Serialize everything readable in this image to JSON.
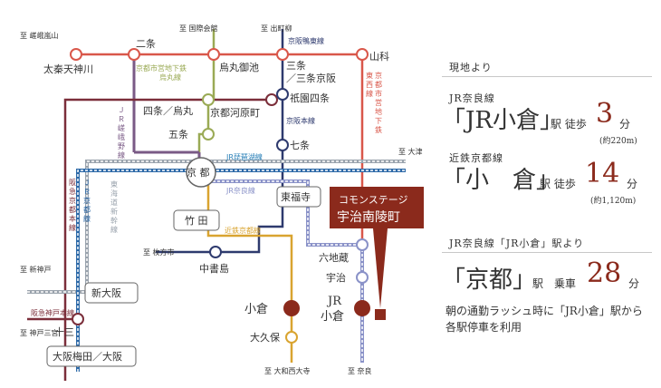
{
  "map": {
    "directions": {
      "sagano": "至 嵯峨嵐山",
      "kokusai": "至 国際会館",
      "demachi": "至 出町柳",
      "otsu": "至 大津",
      "hirakata": "至 枚方市",
      "kobe_sannomiya": "至 神戸三宮",
      "shin_kobe": "至 新神戸",
      "yamato_saidaiji": "至 大和西大寺",
      "nara": "至 奈良"
    },
    "stations": {
      "nijo": "二条",
      "uzumasa": "太秦天神川",
      "karasuma_oike": "烏丸御池",
      "sanjo": "三条",
      "keihan_sanjo": "／三条京阪",
      "yamashina": "山科",
      "shijo_karasuma": "四条／烏丸",
      "kyoto_kawaramachi": "京都河原町",
      "gion_shijo": "祇園四条",
      "gojo": "五条",
      "shichijo": "七条",
      "kyoto": "京 都",
      "tofukuji": "東福寺",
      "takeda": "竹 田",
      "chushojima": "中書島",
      "rokujizo": "六地蔵",
      "uji": "宇治",
      "shin_osaka": "新大阪",
      "juso": "十三",
      "umeda": "大阪梅田／大阪",
      "ogura": "小倉",
      "jr_ogura": "JR\n小倉",
      "okubo": "大久保"
    },
    "lines": {
      "tozai": "京都市営地下鉄東西線",
      "karasuma": "京都市営地下鉄烏丸線",
      "keihan_otou": "京阪鴨東線",
      "keihan_main": "京阪本線",
      "jr_sagano": "ＪＲ嵯峨野線",
      "jr_biwako": "JR琵琶湖線",
      "jr_kyoto": "ＪＲ京都線",
      "hankyu_kyoto": "阪急京都本線",
      "shinkansen": "東海道新幹線",
      "jr_nara": "JR奈良線",
      "kintetsu": "近鉄京都線",
      "hankyu_kobe": "阪急神戸本線"
    },
    "property": "コモンステージ\n宇治南陵町",
    "colors": {
      "tozai": "#d9574a",
      "karasuma": "#9aaa55",
      "keihan": "#2e3a6e",
      "sagano": "#7a5a86",
      "biwako": "#2a80b8",
      "jr_kyoto": "#2e6aa8",
      "hankyu": "#7b2e3a",
      "shinkansen": "#9aa3ad",
      "jr_nara": "#8a92c8",
      "kintetsu": "#d9a430",
      "property": "#8b2a1c",
      "dest_dot": "#8b2a1c"
    }
  },
  "panel": {
    "heading1": "現地より",
    "route1_line": "JR奈良線",
    "route1_station": "「JR小倉」",
    "route1_mode": "駅 徒歩",
    "route1_minutes": "3",
    "route1_unit": "分",
    "route1_distance": "(約220m)",
    "route2_line": "近鉄京都線",
    "route2_station": "「小　倉」",
    "route2_mode": "駅 徒歩",
    "route2_minutes": "14",
    "route2_unit": "分",
    "route2_distance": "(約1,120m)",
    "heading2": "JR奈良線「JR小倉」駅より",
    "route3_station": "「京都」",
    "route3_mode": "駅　乗車",
    "route3_minutes": "28",
    "route3_unit": "分",
    "note_line1": "朝の通勤ラッシュ時に「JR小倉」駅から",
    "note_line2": "各駅停車を利用"
  }
}
